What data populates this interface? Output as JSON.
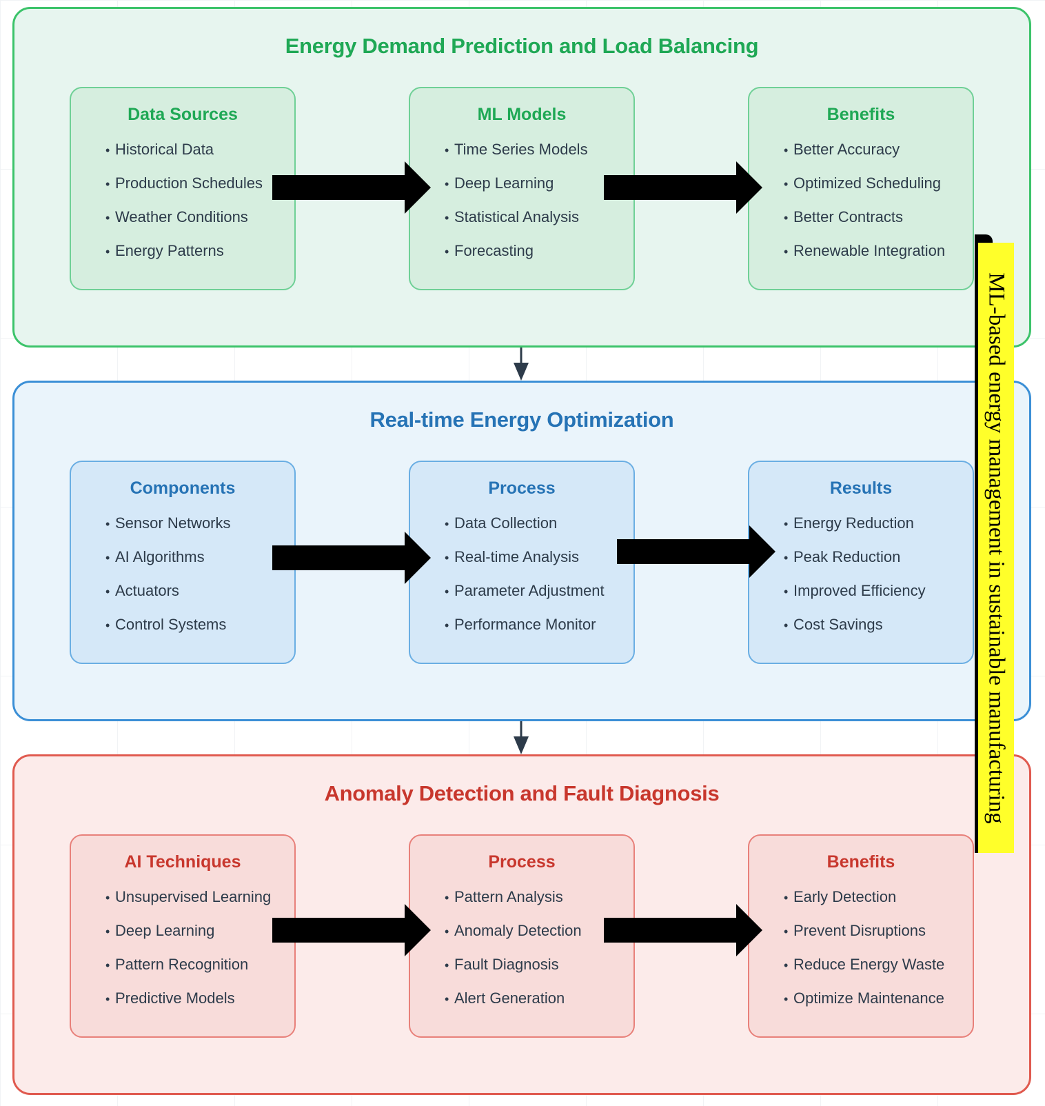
{
  "colors": {
    "green_border": "#3cc36a",
    "green_bg": "#e7f5ef",
    "green_card_bg": "#d6eedf",
    "green_text": "#1fa855",
    "blue_border": "#3b8fd6",
    "blue_bg": "#eaf4fb",
    "blue_card_bg": "#d5e8f8",
    "blue_text": "#2673b5",
    "red_border": "#e05a4f",
    "red_bg": "#fcebea",
    "red_card_bg": "#f8dcda",
    "red_text": "#c8372d",
    "side_label_bg": "#ffff2a",
    "connector": "#2d3b4a"
  },
  "side_label": "ML-based energy management in sustainable manufacturing",
  "sections": [
    {
      "title": "Energy Demand Prediction and Load Balancing",
      "cards": [
        {
          "title": "Data Sources",
          "items": [
            "Historical Data",
            "Production Schedules",
            "Weather Conditions",
            "Energy Patterns"
          ]
        },
        {
          "title": "ML Models",
          "items": [
            "Time Series Models",
            "Deep Learning",
            "Statistical Analysis",
            "Forecasting"
          ]
        },
        {
          "title": "Benefits",
          "items": [
            "Better Accuracy",
            "Optimized Scheduling",
            "Better Contracts",
            "Renewable Integration"
          ]
        }
      ]
    },
    {
      "title": "Real-time Energy Optimization",
      "cards": [
        {
          "title": "Components",
          "items": [
            "Sensor Networks",
            "AI Algorithms",
            "Actuators",
            "Control Systems"
          ]
        },
        {
          "title": "Process",
          "items": [
            "Data Collection",
            "Real-time Analysis",
            "Parameter Adjustment",
            "Performance Monitor"
          ]
        },
        {
          "title": "Results",
          "items": [
            "Energy Reduction",
            "Peak Reduction",
            "Improved Efficiency",
            "Cost Savings"
          ]
        }
      ]
    },
    {
      "title": "Anomaly Detection and Fault Diagnosis",
      "cards": [
        {
          "title": "AI Techniques",
          "items": [
            "Unsupervised Learning",
            "Deep Learning",
            "Pattern Recognition",
            "Predictive Models"
          ]
        },
        {
          "title": "Process",
          "items": [
            "Pattern Analysis",
            "Anomaly Detection",
            "Fault Diagnosis",
            "Alert Generation"
          ]
        },
        {
          "title": "Benefits",
          "items": [
            "Early Detection",
            "Prevent Disruptions",
            "Reduce Energy Waste",
            "Optimize Maintenance"
          ]
        }
      ]
    }
  ]
}
